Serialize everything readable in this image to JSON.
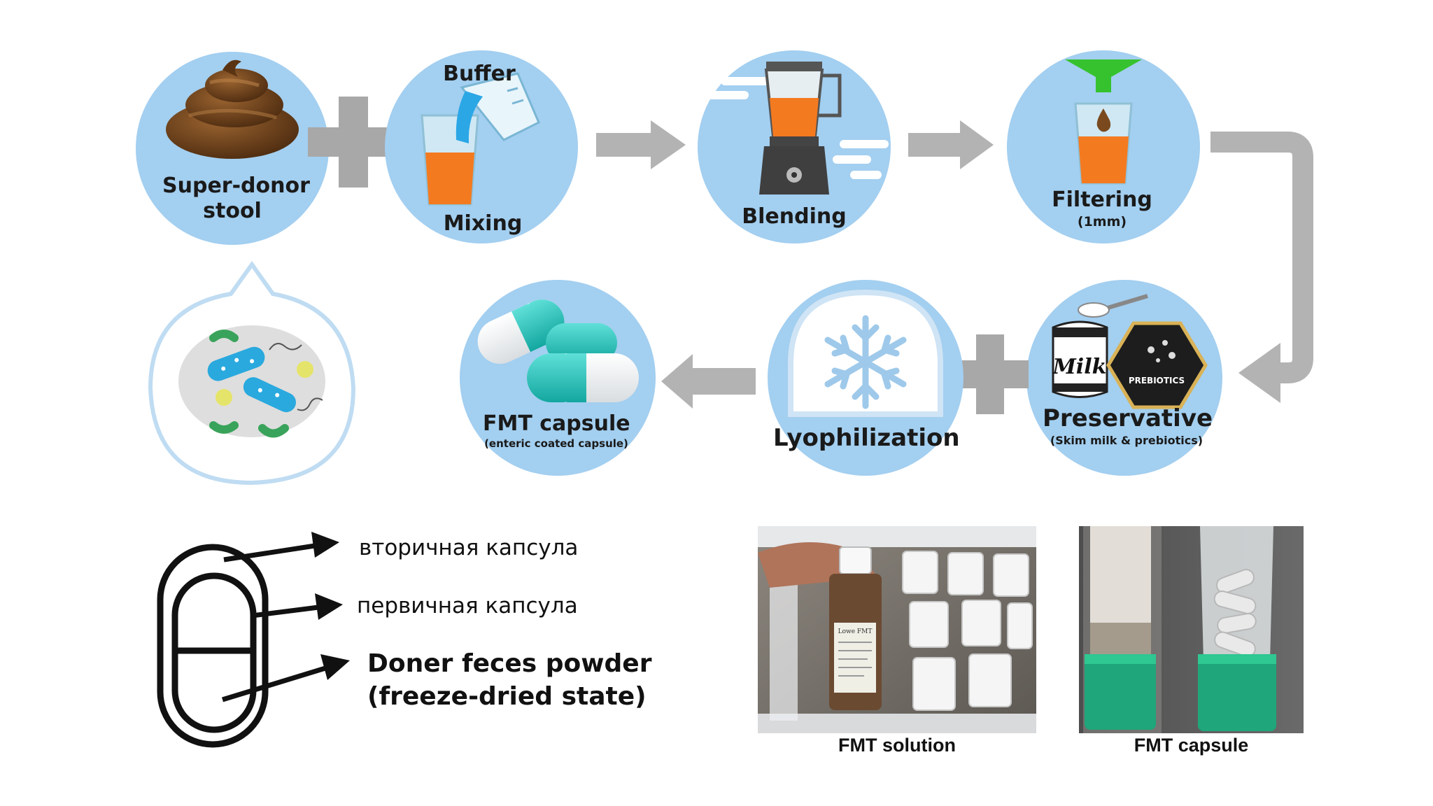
{
  "steps": {
    "stool": {
      "label1": "Super-donor",
      "label2": "stool"
    },
    "buffer": {
      "label": "Buffer"
    },
    "mixing": {
      "label": "Mixing"
    },
    "blending": {
      "label": "Blending"
    },
    "filtering": {
      "label": "Filtering",
      "sub": "(1mm)"
    },
    "preservative": {
      "label": "Preservative",
      "sub": "(Skim milk & prebiotics)",
      "milk_text": "Milk",
      "prebiotics_text": "PREBIOTICS"
    },
    "lyophilization": {
      "label": "Lyophilization"
    },
    "fmt_capsule": {
      "label": "FMT capsule",
      "sub": "(enteric coated capsule)"
    }
  },
  "legend": {
    "secondary": "вторичная капсула",
    "primary": "первичная капсула",
    "powder1": "Doner feces powder",
    "powder2": "(freeze-dried state)"
  },
  "photos": {
    "solution_caption": "FMT solution",
    "capsule_caption": "FMT capsule",
    "bottle_label": "Lowe FMT"
  },
  "colors": {
    "circle": "#a3cff0",
    "arrow": "#b3b3b3",
    "orange": "#f47a20",
    "teal": "#24c4bc",
    "stool": "#7a4a1e"
  }
}
